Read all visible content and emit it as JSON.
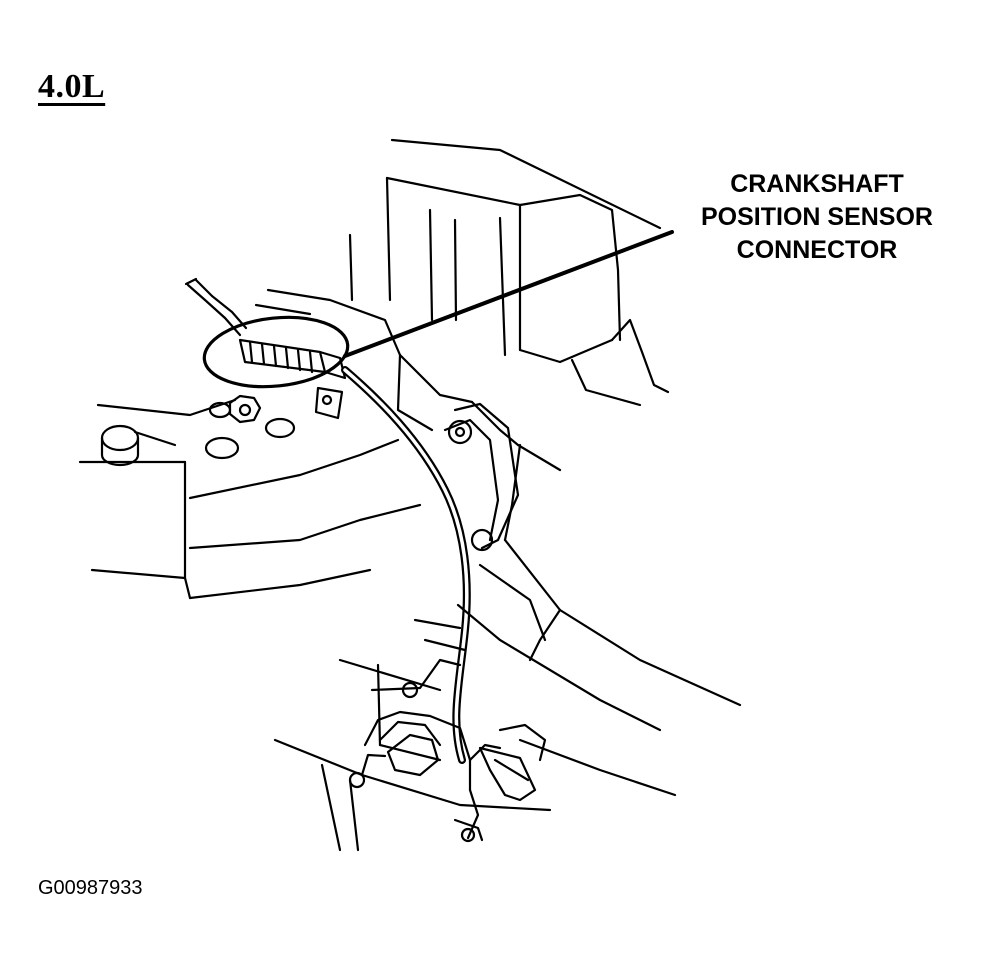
{
  "diagram": {
    "engine_label": "4.0L",
    "callout_lines": [
      "CRANKSHAFT",
      "POSITION SENSOR",
      "CONNECTOR"
    ],
    "figure_id": "G00987933"
  },
  "colors": {
    "ink": "#000000",
    "background": "#ffffff"
  }
}
